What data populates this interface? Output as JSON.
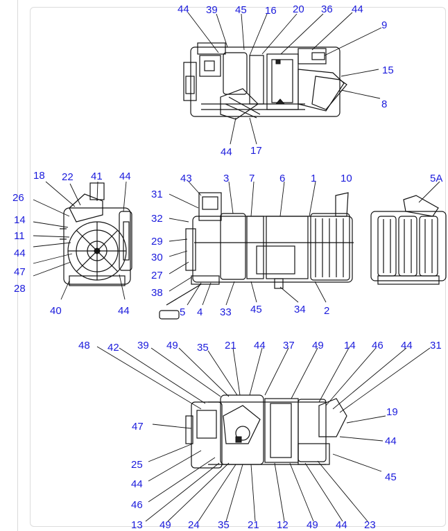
{
  "views": [
    {
      "name": "top-view",
      "callouts": [
        "44",
        "39",
        "45",
        "16",
        "20",
        "36",
        "44",
        "9",
        "15",
        "8",
        "44",
        "17"
      ]
    },
    {
      "name": "left-end-view",
      "callouts": [
        "18",
        "22",
        "41",
        "44",
        "26",
        "14",
        "11",
        "44",
        "47",
        "28",
        "40",
        "44"
      ]
    },
    {
      "name": "side-view",
      "callouts": [
        "43",
        "3",
        "7",
        "6",
        "1",
        "10",
        "31",
        "32",
        "29",
        "30",
        "27",
        "38",
        "5",
        "4",
        "33",
        "45",
        "34",
        "2"
      ]
    },
    {
      "name": "right-end-view",
      "callouts": [
        "5A"
      ]
    },
    {
      "name": "bottom-view",
      "callouts": [
        "48",
        "42",
        "39",
        "49",
        "35",
        "21",
        "44",
        "37",
        "49",
        "14",
        "46",
        "44",
        "31",
        "47",
        "19",
        "44",
        "25",
        "44",
        "45",
        "46",
        "13",
        "49",
        "24",
        "35",
        "21",
        "12",
        "49",
        "44",
        "23"
      ]
    }
  ],
  "colors": {
    "callout": "#1a1adc",
    "line": "#111111",
    "frame": "#dcdcdc"
  }
}
